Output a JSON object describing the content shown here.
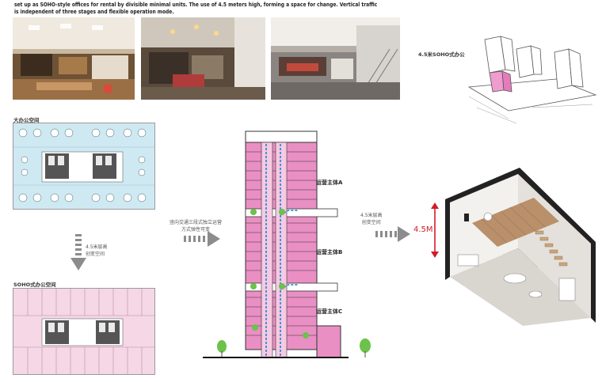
{
  "intro": {
    "line1": "set up as SOHO-style offices for rental by divisible minimal units. The use of 4.5 meters high, forming a space for change. Vertical traffic",
    "line2": "is independent of three stages and flexible operation mode."
  },
  "photos": [
    {
      "tone": "#a77a4a",
      "accent": "#f2efe9"
    },
    {
      "tone": "#8b7a66",
      "accent": "#d9d4cc"
    },
    {
      "tone": "#7f7b77",
      "accent": "#e9e6e1"
    }
  ],
  "labels": {
    "soho_block": "4.5米SOHO式办公",
    "big_office": "大办公空间",
    "soho_office": "SOHO式办公空间",
    "height_note_line1": "4.5米层高",
    "height_note_line2": "创变空间",
    "traffic_note_line1": "竖向交通三段式独立运营",
    "traffic_note_line2": "方式弹性可变",
    "right_note_line1": "4.5米层高",
    "right_note_line2": "创变空间",
    "stage_a": "运营主体A",
    "stage_b": "运营主体B",
    "stage_c": "运营主体C",
    "height_value": "4.5M"
  },
  "colors": {
    "plan_blue": "#cfe9f2",
    "plan_pink": "#f5d7e6",
    "elevation_pink": "#e98fc3",
    "accent_red": "#d21b2a",
    "arrow_grey": "#8c8c8c",
    "traffic_blue": "#2f8fd6"
  }
}
